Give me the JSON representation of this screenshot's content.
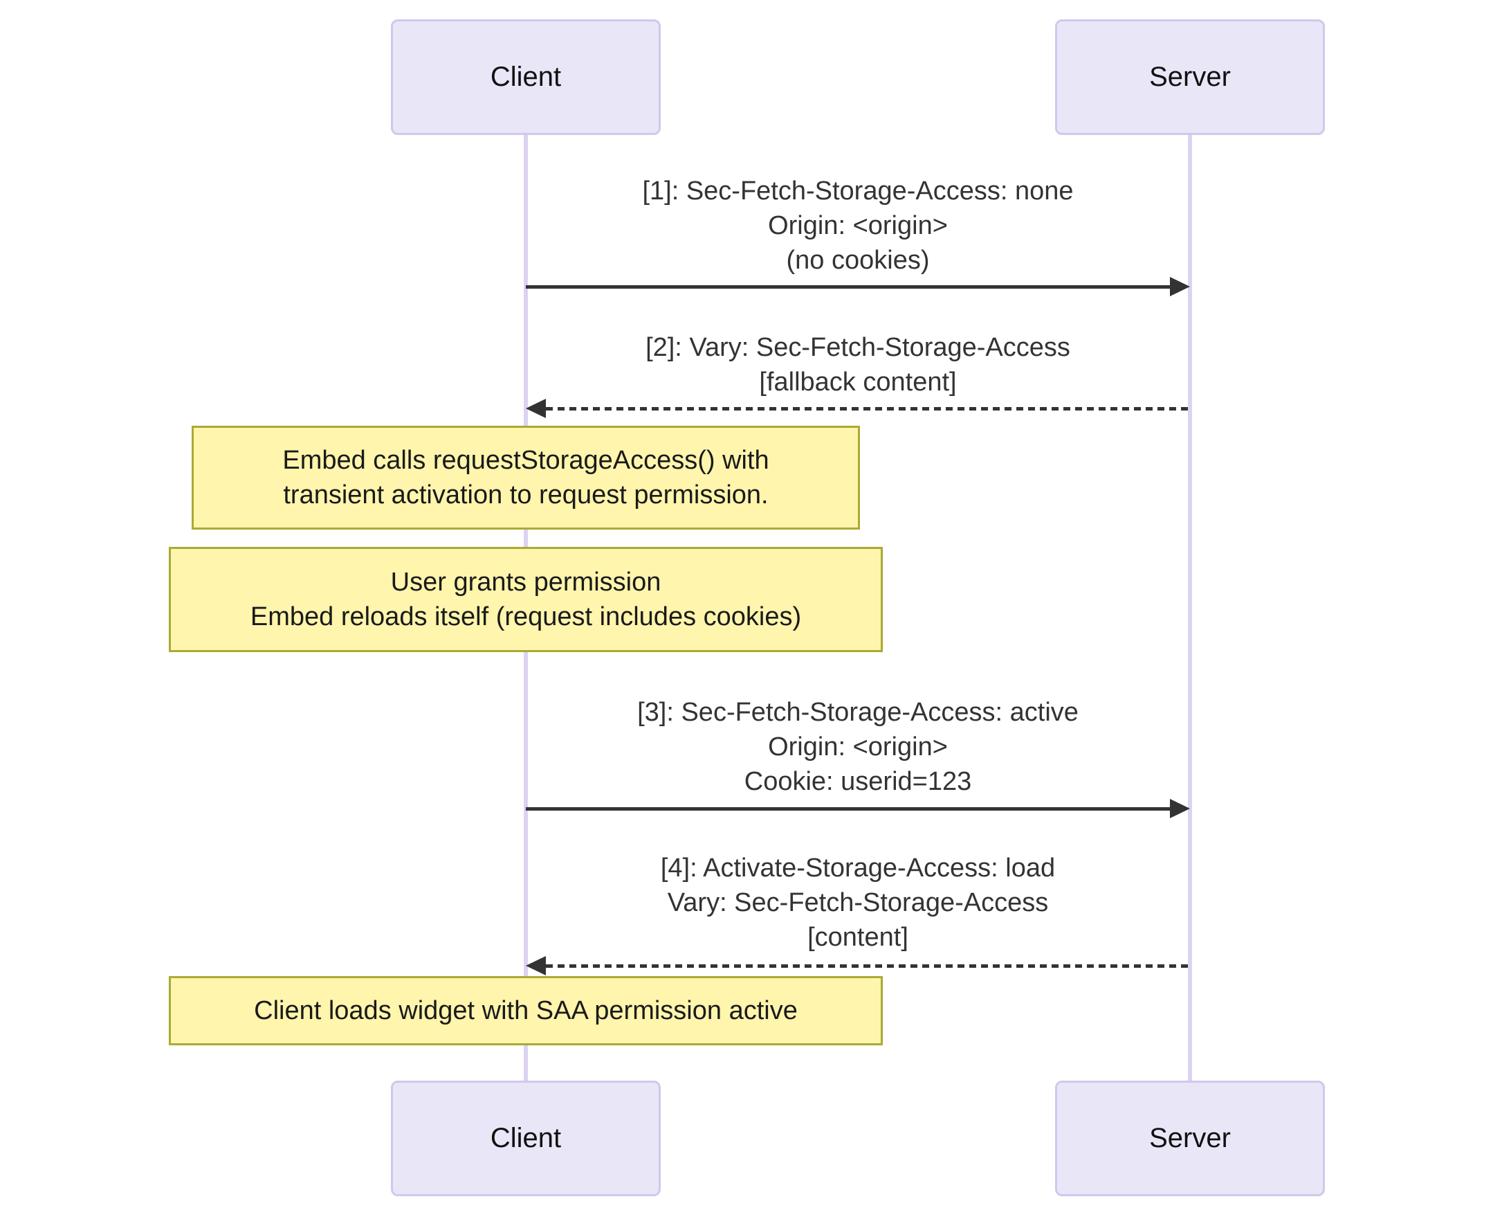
{
  "diagram": {
    "type": "sequence-diagram",
    "actors": [
      {
        "id": "client",
        "label": "Client"
      },
      {
        "id": "server",
        "label": "Server"
      }
    ],
    "messages": [
      {
        "index": 1,
        "from": "Client",
        "to": "Server",
        "line_style": "solid",
        "lines": [
          "[1]: Sec-Fetch-Storage-Access: none",
          "Origin: <origin>",
          "(no cookies)"
        ]
      },
      {
        "index": 2,
        "from": "Server",
        "to": "Client",
        "line_style": "dashed",
        "lines": [
          "[2]: Vary: Sec-Fetch-Storage-Access",
          "[fallback content]"
        ]
      },
      {
        "index": 3,
        "from": "Client",
        "to": "Server",
        "line_style": "solid",
        "lines": [
          "[3]: Sec-Fetch-Storage-Access: active",
          "Origin: <origin>",
          "Cookie: userid=123"
        ]
      },
      {
        "index": 4,
        "from": "Server",
        "to": "Client",
        "line_style": "dashed",
        "lines": [
          "[4]: Activate-Storage-Access: load",
          "Vary: Sec-Fetch-Storage-Access",
          "[content]"
        ]
      }
    ],
    "notes": [
      {
        "over": "Client",
        "lines": [
          "Embed calls requestStorageAccess() with",
          "transient activation to request permission."
        ]
      },
      {
        "over": "Client",
        "lines": [
          "User grants permission",
          "Embed reloads itself (request includes cookies)"
        ]
      },
      {
        "over": "Client",
        "lines": [
          "Client loads widget with SAA permission active"
        ]
      }
    ],
    "colors": {
      "background": "#ffffff",
      "actor_fill": "#e9e6f8",
      "actor_border": "#d2c7ec",
      "lifeline": "#dcd2f2",
      "note_fill": "#fff5ad",
      "note_border": "#aaaa33",
      "arrow": "#333333",
      "text": "#333333"
    }
  }
}
